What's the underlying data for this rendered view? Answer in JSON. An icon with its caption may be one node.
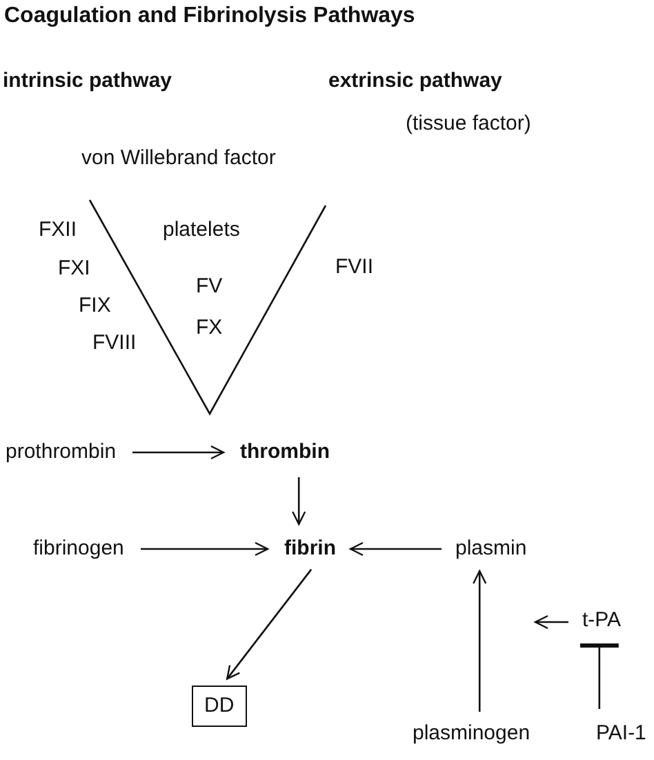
{
  "diagram": {
    "title": "Coagulation and Fibrinolysis Pathways",
    "nodes": [
      {
        "text": [
          "prothrombin"
        ]
      },
      {
        "text": [
          "thrombin"
        ]
      },
      {
        "text": [
          "fibrinogen"
        ]
      },
      {
        "text": [
          "fibrin"
        ]
      },
      {
        "text": [
          "plasmin"
        ]
      },
      {
        "text": [
          "DD"
        ]
      },
      {
        "text": [
          "t-PA"
        ]
      },
      {
        "text": [
          "plasminogen"
        ]
      },
      {
        "text": [
          "PAI-1"
        ]
      }
    ],
    "edges": [
      {
        "from": 0,
        "to": 1,
        "arrow": "to"
      },
      {
        "from": 1,
        "to": 3,
        "arrow": "to"
      },
      {
        "from": 2,
        "to": 3,
        "arrow": "to"
      },
      {
        "from": 4,
        "to": 3,
        "arrow": "to"
      },
      {
        "from": 3,
        "to": 5,
        "arrow": "to"
      },
      {
        "from": 7,
        "to": 4,
        "arrow": "to"
      },
      {
        "from": 6,
        "to": null,
        "arrow": "to"
      },
      {
        "from": 8,
        "to": 6,
        "arrow": "other"
      }
    ],
    "labels": [
      "intrinsic pathway",
      "extrinsic pathway",
      "(tissue factor)",
      "von Willebrand factor",
      "FXII",
      "platelets",
      "FXI",
      "FV",
      "FVII",
      "FIX",
      "FX",
      "FVIII"
    ]
  }
}
